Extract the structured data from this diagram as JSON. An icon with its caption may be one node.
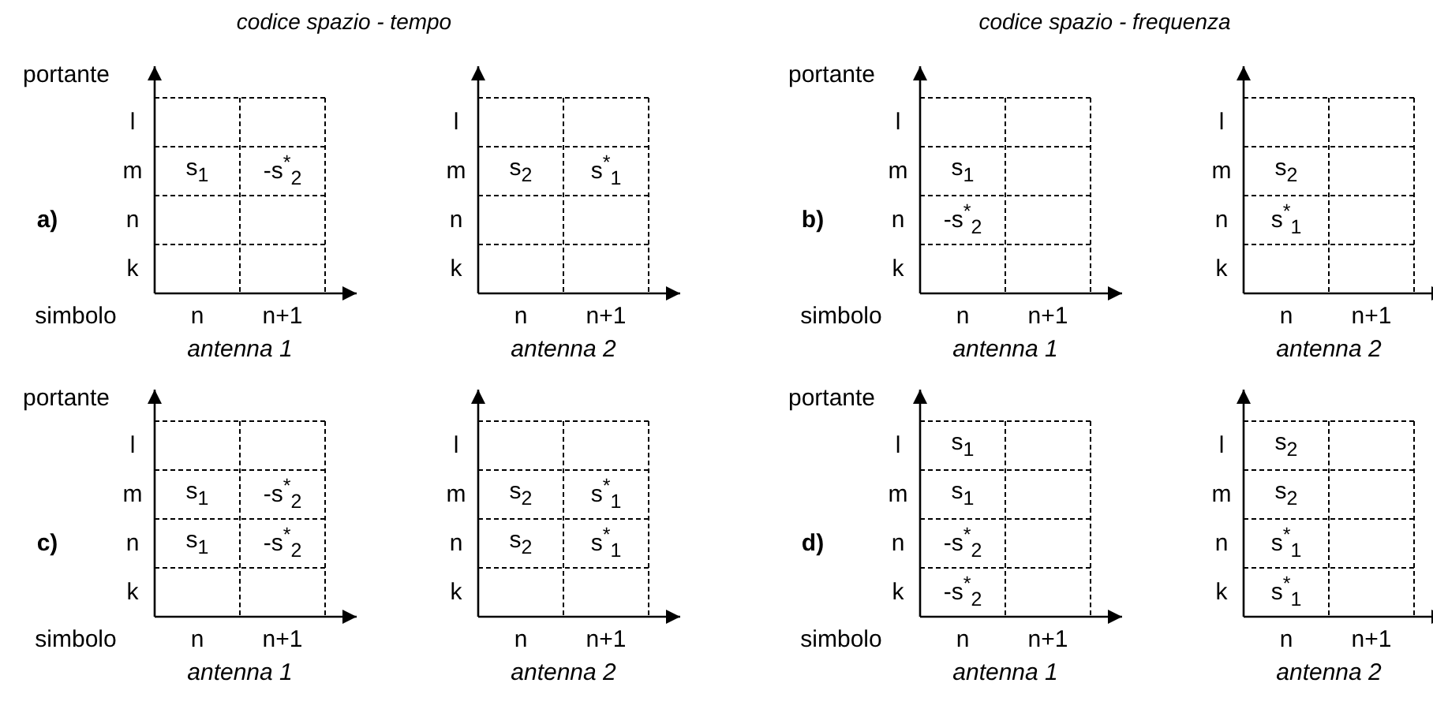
{
  "diagram": {
    "labels": [
      "codice spazio - tempo",
      "codice spazio - frequenza",
      "a)",
      "portante",
      "l",
      "m",
      "s$_{1}$",
      "-s$^{*}$$_{2}$",
      "n",
      "k",
      "simbolo",
      "n",
      "n+1",
      "antenna 1",
      "l",
      "m",
      "s$_{2}$",
      "s$^{*}$$_{1}$",
      "n",
      "k",
      "n",
      "n+1",
      "antenna 2",
      "b)",
      "portante",
      "l",
      "m",
      "s$_{1}$",
      "n",
      "-s$^{*}$$_{2}$",
      "k",
      "simbolo",
      "n",
      "n+1",
      "antenna 1",
      "l",
      "m",
      "s$_{2}$",
      "n",
      "s$^{*}$$_{1}$",
      "k",
      "n",
      "n+1",
      "antenna 2",
      "c)",
      "portante",
      "l",
      "m",
      "s$_{1}$",
      "-s$^{*}$$_{2}$",
      "n",
      "s$_{1}$",
      "-s$^{*}$$_{2}$",
      "k",
      "simbolo",
      "n",
      "n+1",
      "antenna 1",
      "l",
      "m",
      "s$_{2}$",
      "s$^{*}$$_{1}$",
      "n",
      "s$_{2}$",
      "s$^{*}$$_{1}$",
      "k",
      "n",
      "n+1",
      "antenna 2",
      "d)",
      "portante",
      "l",
      "s$_{1}$",
      "m",
      "s$_{1}$",
      "n",
      "-s$^{*}$$_{2}$",
      "k",
      "-s$^{*}$$_{2}$",
      "simbolo",
      "n",
      "n+1",
      "antenna 1",
      "l",
      "s$_{2}$",
      "m",
      "s$_{2}$",
      "n",
      "s$^{*}$$_{1}$",
      "k",
      "s$^{*}$$_{1}$",
      "n",
      "n+1",
      "antenna 2"
    ]
  }
}
